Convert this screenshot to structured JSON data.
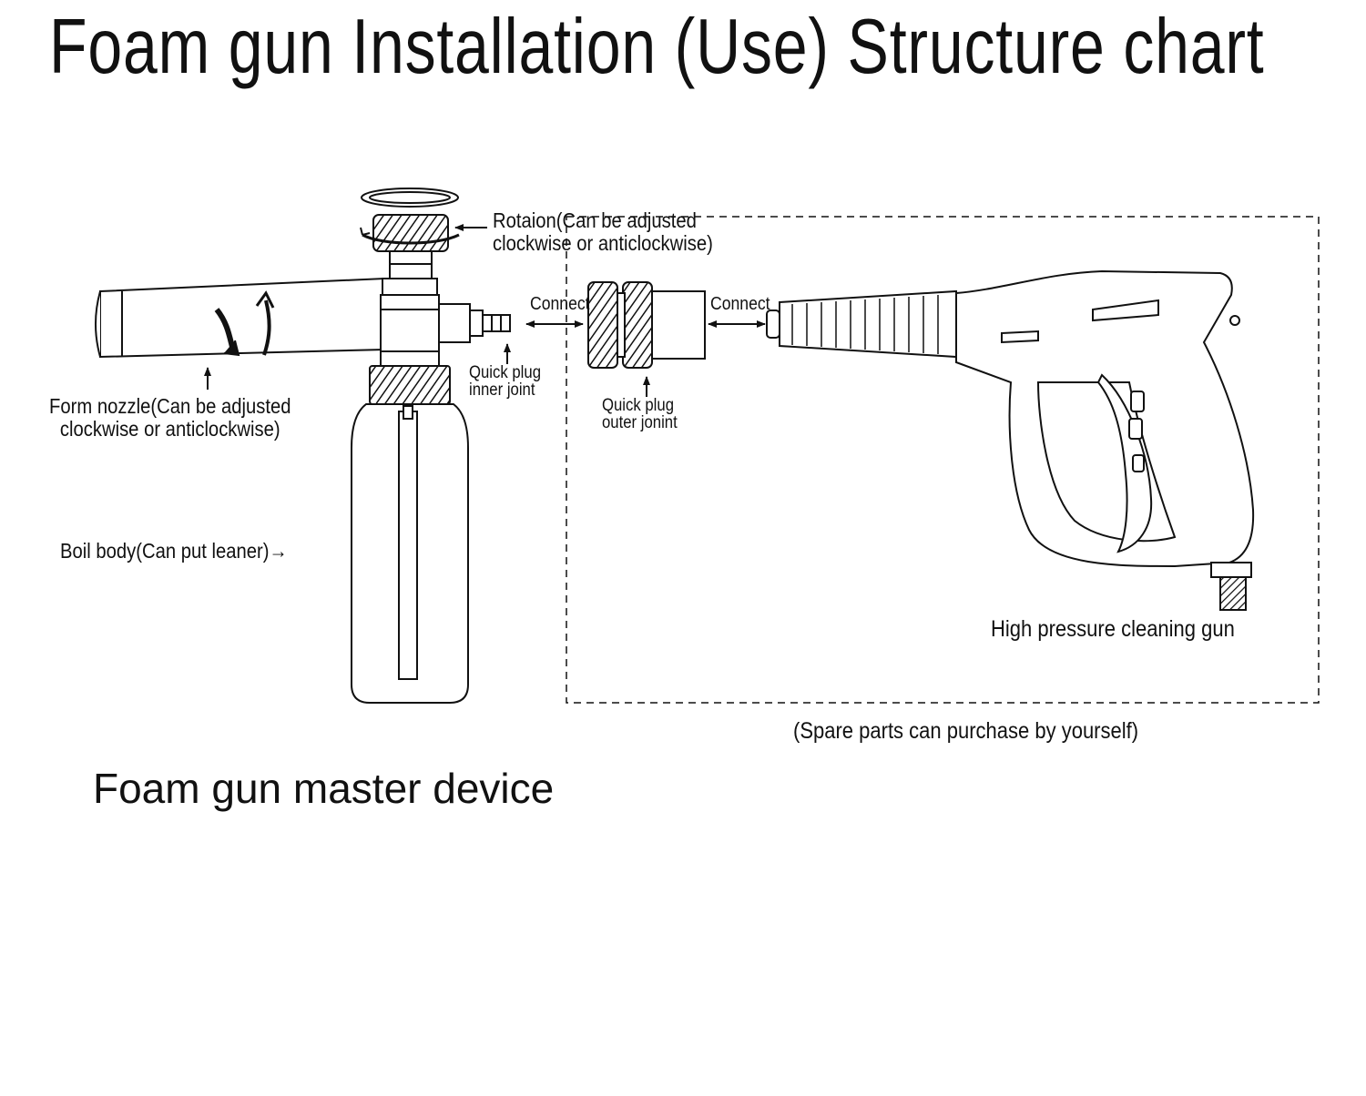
{
  "title": "Foam gun Installation (Use) Structure chart",
  "labels": {
    "rotation": [
      "Rotaion(Can be adjusted",
      "clockwise or anticlockwise)"
    ],
    "connect_left": "Connect",
    "connect_right": "Connect",
    "quick_plug_inner": [
      "Quick plug",
      "inner joint"
    ],
    "quick_plug_outer": [
      "Quick plug",
      "outer jonint"
    ],
    "foam_nozzle": [
      "Form nozzle(Can be adjusted",
      "clockwise or anticlockwise)"
    ],
    "boil_body": "Boil body(Can put leaner)→",
    "high_pressure_gun": "High pressure cleaning gun",
    "spare_parts": "(Spare parts can purchase by yourself)",
    "master_device": "Foam gun master device"
  },
  "colors": {
    "ink": "#111111",
    "background": "#ffffff"
  }
}
